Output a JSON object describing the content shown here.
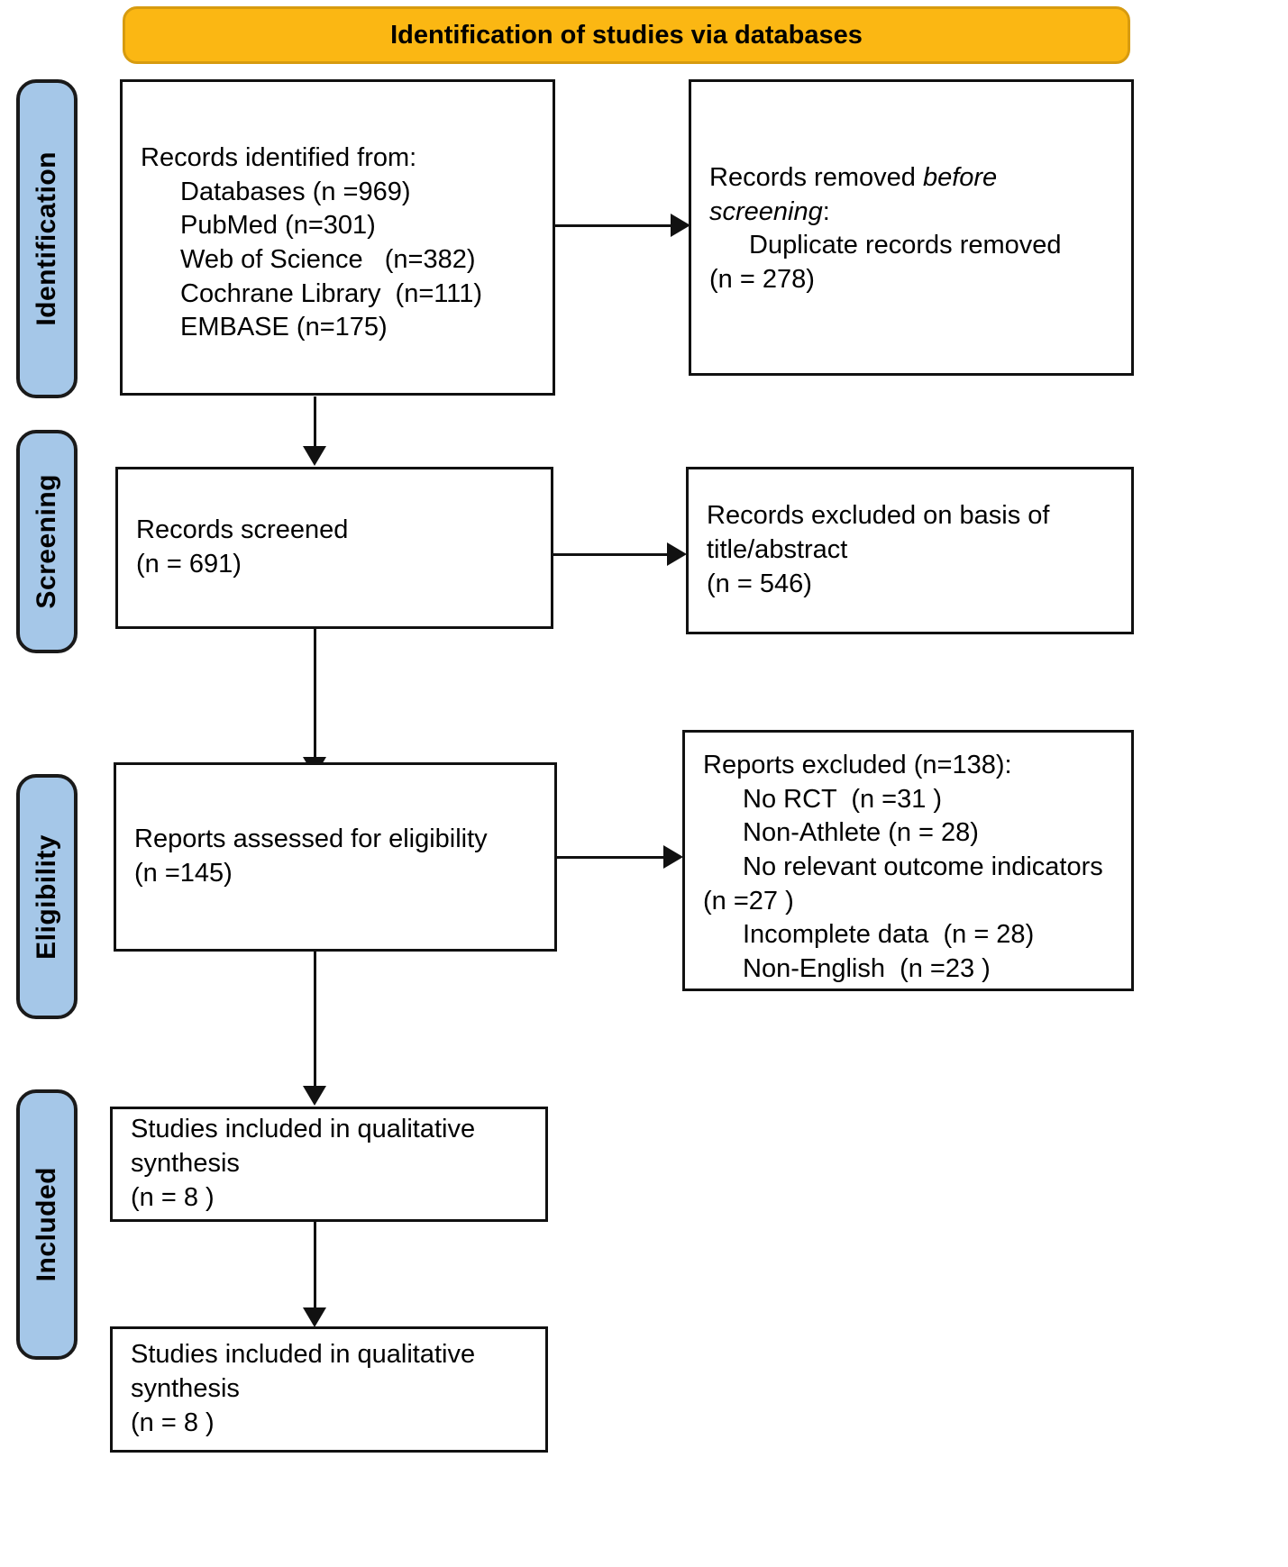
{
  "diagram": {
    "type": "prisma-flow-diagram",
    "banner": {
      "title": "Identification of studies via databases"
    },
    "stages": [
      {
        "id": "identification",
        "label": "Identification"
      },
      {
        "id": "screening",
        "label": "Screening"
      },
      {
        "id": "eligibility",
        "label": "Eligibility"
      },
      {
        "id": "included",
        "label": "Included"
      }
    ],
    "boxes": {
      "records_identified": {
        "lines": [
          {
            "text": "Records identified from:",
            "indent": 0
          },
          {
            "text": "Databases (n =969)",
            "indent": 1
          },
          {
            "text": "PubMed (n=301)",
            "indent": 1
          },
          {
            "text": "Web of Science   (n=382)",
            "indent": 1
          },
          {
            "text": "Cochrane Library  (n=111)",
            "indent": 1
          },
          {
            "text": "EMBASE (n=175)",
            "indent": 1
          }
        ]
      },
      "records_removed": {
        "line_1a": "Records removed ",
        "line_1b": "before",
        "line_2a": "screening",
        "line_2b": ":",
        "line_3": "Duplicate records removed",
        "line_4": "(n = 278)"
      },
      "records_screened": {
        "line_1": "Records screened",
        "line_2": "(n = 691)"
      },
      "records_excluded": {
        "line_1": "Records excluded on basis of",
        "line_2": "title/abstract",
        "line_3": "(n = 546)"
      },
      "reports_assessed": {
        "line_1": "Reports assessed for eligibility",
        "line_2": "(n =145)"
      },
      "reports_excluded": {
        "lines": [
          {
            "text": "Reports excluded (n=138):",
            "indent": 0
          },
          {
            "text": "No RCT  (n =31 )",
            "indent": 1
          },
          {
            "text": "Non-Athlete (n = 28)",
            "indent": 1
          },
          {
            "text": "No relevant outcome indicators",
            "indent": 1
          },
          {
            "text": "(n =27 )",
            "indent": 0
          },
          {
            "text": "Incomplete data  (n = 28)",
            "indent": 1
          },
          {
            "text": "Non-English  (n =23 )",
            "indent": 1
          }
        ]
      },
      "studies_qualitative_1": {
        "line_1": "Studies included in qualitative",
        "line_2": "synthesis",
        "line_3": "(n = 8 )"
      },
      "studies_qualitative_2": {
        "line_1": "Studies included in qualitative",
        "line_2": "synthesis",
        "line_3": "(n = 8 )"
      }
    },
    "colors": {
      "stage_fill": "#a5c7e8",
      "banner_fill": "#fbb713",
      "stroke": "#111111"
    }
  }
}
